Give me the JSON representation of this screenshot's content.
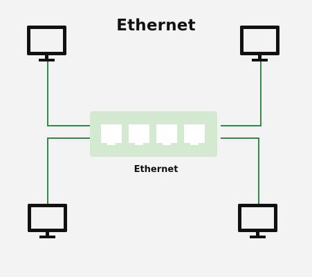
{
  "diagram": {
    "title": "Ethernet",
    "switch_label": "Ethernet",
    "nodes": [
      {
        "id": "computer-top-left",
        "icon": "monitor-icon"
      },
      {
        "id": "computer-top-right",
        "icon": "monitor-icon"
      },
      {
        "id": "computer-bottom-left",
        "icon": "monitor-icon"
      },
      {
        "id": "computer-bottom-right",
        "icon": "monitor-icon"
      },
      {
        "id": "ethernet-switch",
        "icon": "ethernet-port-icon",
        "port_count": 4
      }
    ],
    "edges": [
      {
        "from": "computer-top-left",
        "to": "ethernet-switch"
      },
      {
        "from": "computer-top-right",
        "to": "ethernet-switch"
      },
      {
        "from": "computer-bottom-left",
        "to": "ethernet-switch"
      },
      {
        "from": "computer-bottom-right",
        "to": "ethernet-switch"
      }
    ],
    "colors": {
      "background": "#f3f3f3",
      "cable": "#2f8a45",
      "switch_fill": "#d3ead0",
      "port_fill": "#ffffff",
      "monitor": "#111111"
    }
  }
}
